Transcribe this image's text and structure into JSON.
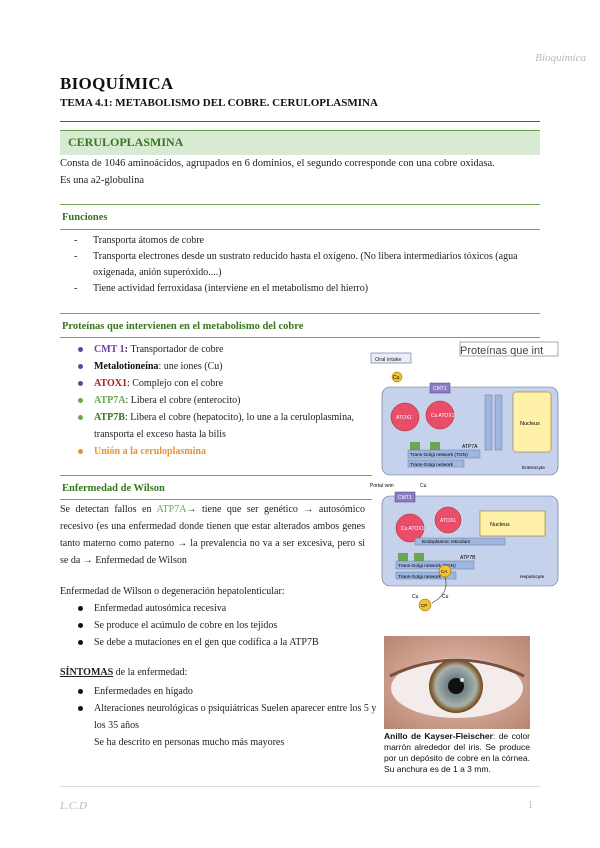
{
  "header": {
    "subject": "Bioquímica"
  },
  "title": "BIOQUÍMICA",
  "subtitle": "TEMA 4.1: METABOLISMO DEL COBRE. CERULOPLASMINA",
  "ceruloplasmina": {
    "heading": "CERULOPLASMINA",
    "line1": "Consta de 1046 aminoácidos, agrupados en 6 dominios, el segundo corresponde con una cobre oxidasa.",
    "line2": "Es una a2-globulina"
  },
  "funciones": {
    "heading": "Funciones",
    "items": [
      "Transporta átomos de cobre",
      "Transporta electrones desde un sustrato reducido hasta el oxígeno. (No libera intermediarios tóxicos (agua",
      "oxigenada, anión superóxido....)",
      "Tiene actividad ferroxidasa (interviene en el metabolismo del hierro)"
    ]
  },
  "proteinas": {
    "heading": "Proteínas que intervienen en el metabolismo del cobre",
    "items": [
      {
        "name": "CMT 1",
        "sep": ": ",
        "desc": "Transportador de cobre"
      },
      {
        "name": "Metalotioneína",
        "sep": ": ",
        "desc": "une iones (Cu)"
      },
      {
        "name": "ATOX1",
        "sep": ": ",
        "desc": "Complejo con el cobre"
      },
      {
        "name": "ATP7A",
        "sep": ": ",
        "desc": "Libera el cobre (enterocito)"
      },
      {
        "name": "ATP7B",
        "sep": ": ",
        "desc": "Libera el cobre (hepatocito), lo une a la ceruloplasmina,"
      },
      {
        "name": "",
        "sep": "",
        "desc": "transporta el exceso hasta la bilis"
      },
      {
        "name": "Unión a la ceruloplasmina",
        "sep": "",
        "desc": ""
      }
    ],
    "colors": [
      "#6a3fa0",
      "#111111",
      "#a61c1c",
      "#6aa84f",
      "#38761d",
      "#38761d",
      "#e69138"
    ]
  },
  "diagram": {
    "cut_heading": "Proteínas que int",
    "enterocyte": {
      "diet": "Oral intake",
      "cu": "Cu",
      "ctr1": "CMT1",
      "atox1": "ATOX1",
      "cu_atox": "Cu ATOX1",
      "nucleus": "Nucleus",
      "atp7a": "ATP7A",
      "tgn": "Trans-Golgi network (TGN)",
      "tgn2": "Trans-Golgi network",
      "label": "Enterocyte"
    },
    "hepatocyte": {
      "portal": "Portal vein",
      "cu": "Cu",
      "ctr1": "CMT1",
      "atox1": "ATOX1",
      "cu_atox": "Cu ATOX1",
      "nucleus": "Nucleus",
      "er": "Endoplasmic reticulum",
      "atp7b": "ATP7B",
      "tgn": "Trans-Golgi network (TGN)",
      "tgn2": "Trans-Golgi network",
      "ca": "CA",
      "cp": "CP",
      "label": "Hepatocyte",
      "cu_out": "Cu",
      "bile": "Cu"
    }
  },
  "wilson": {
    "heading": "Enfermedad de Wilson",
    "para_a": "Se detectan fallos en ",
    "atp7a": "ATP7A",
    "para_b": "→ tiene que ser genético → autosómico recesivo (es una enfermedad donde tienen que estar alterados ambos genes tanto materno como paterno → la prevalencia no va a ser excesiva, pero si se da → Enfermedad de Wilson",
    "intro": "Enfermedad de Wilson o degeneración hepatolenticular:",
    "items": [
      "Enfermedad autosómica recesiva",
      "Se produce el acúmulo de cobre en los tejidos",
      "Se debe a mutaciones en el gen que codifica a la ATP7B"
    ],
    "sintomas_word": "SÍNTOMAS",
    "sintomas_rest": " de la enfermedad:",
    "sintomas": [
      "Enfermedades en hígado",
      "Alteraciones neurológicas o psiquiátricas Suelen aparecer entre los 5 y los 35 años"
    ],
    "extra": "Se ha descrito en personas mucho más mayores"
  },
  "eye_caption": {
    "bold": "Anillo de Kayser-Fleischer",
    "rest": ": de color marrón alrededor del iris. Se produce por un depósito de cobre en la córnea. Su anchura es de 1 a 3 mm."
  },
  "footer": {
    "left": "L.C.D",
    "page": "1"
  }
}
